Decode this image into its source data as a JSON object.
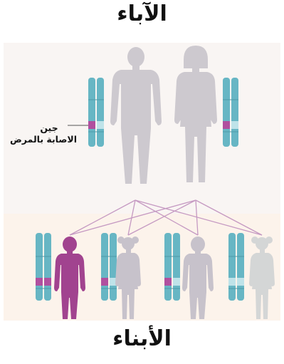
{
  "title_top": "الآباء",
  "title_bottom": "الأبناء",
  "gene_label": {
    "word": "جين",
    "description": "الاصابة بالمرض"
  },
  "colors": {
    "chromosome": "#67b6c4",
    "chromosome_band_light": "#bfe3e9",
    "disease_gene": "#b0509f",
    "unaffected_figure": "#cdc9cf",
    "carrier_figure": "#c7c2cb",
    "healthy_figure": "#d4d6d6",
    "affected_figure": "#a1438f",
    "lines": "#c599c2",
    "background_panel": "#f9f5f3",
    "children_panel": "#fcf3eb"
  },
  "parents": [
    {
      "role": "father",
      "icon": "male-figure-icon",
      "chromosome_pair": [
        "disease",
        "normal"
      ]
    },
    {
      "role": "mother",
      "icon": "female-figure-icon",
      "chromosome_pair": [
        "disease",
        "normal"
      ]
    }
  ],
  "children": [
    {
      "icon": "boy-figure-icon",
      "status": "affected",
      "chromosome_pair": [
        "disease",
        "disease"
      ]
    },
    {
      "icon": "girl-figure-icon",
      "status": "carrier",
      "chromosome_pair": [
        "disease",
        "normal"
      ]
    },
    {
      "icon": "boy-figure-icon",
      "status": "carrier",
      "chromosome_pair": [
        "disease",
        "normal"
      ]
    },
    {
      "icon": "girl-figure-icon",
      "status": "healthy",
      "chromosome_pair": [
        "normal",
        "normal"
      ]
    }
  ]
}
